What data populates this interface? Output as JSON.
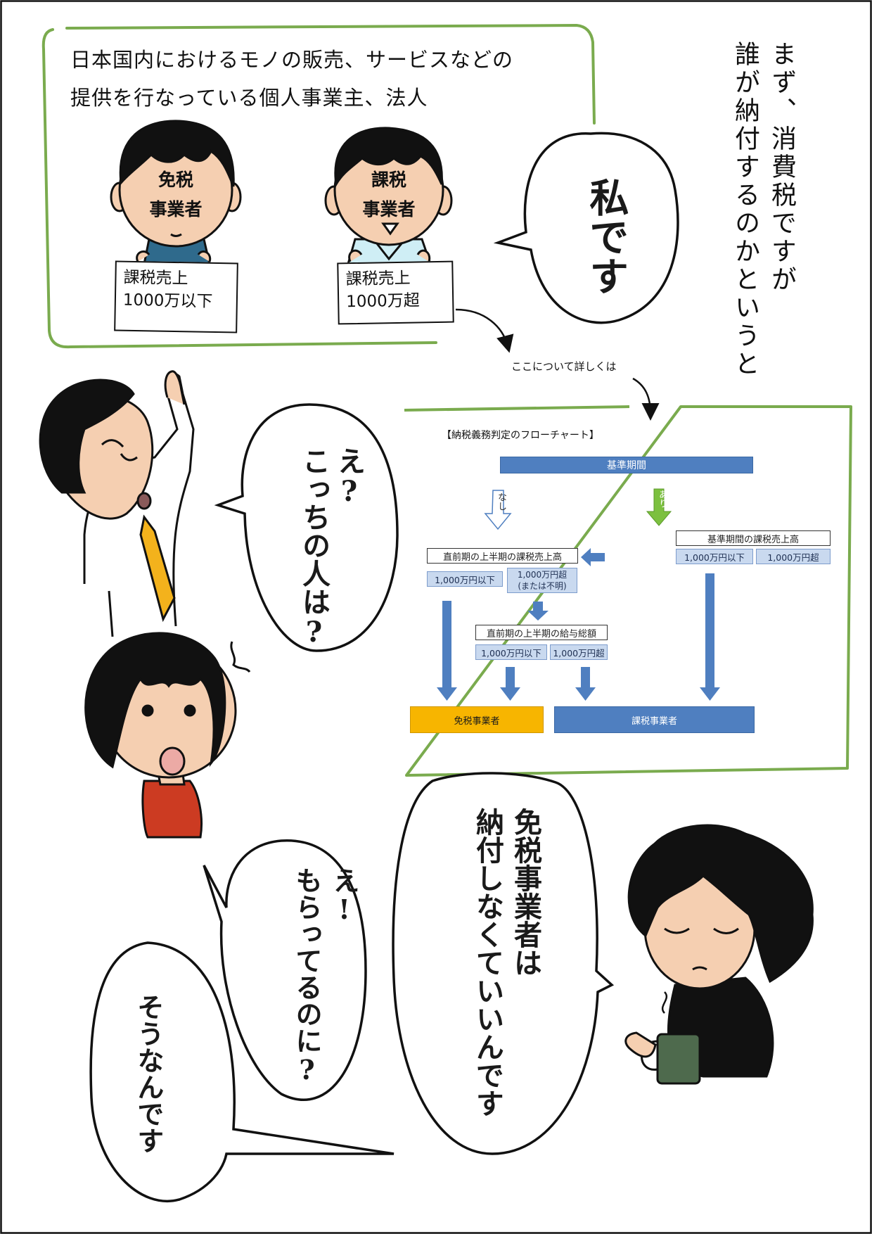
{
  "narration": {
    "intro_line1": "日本国内におけるモノの販売、サービスなどの",
    "intro_line2": "提供を行なっている個人事業主、法人",
    "vertical_col1": "まず、消費税ですが",
    "vertical_col2": "誰が納付するのかというと",
    "detail_note": "ここについて詳しくは"
  },
  "characters": {
    "exempt": {
      "face_line1": "免税",
      "face_line2": "事業者",
      "sign_line1": "課税売上",
      "sign_line2": "1000万以下"
    },
    "taxable": {
      "face_line1": "課税",
      "face_line2": "事業者",
      "sign_line1": "課税売上",
      "sign_line2": "1000万超"
    }
  },
  "speech": {
    "watashi": "私です",
    "question_col1": "え?",
    "question_col2": "こっちの人は?",
    "answer_col1": "免税事業者は",
    "answer_col2": "納付しなくていいんです",
    "surprise_col1": "え!",
    "surprise_col2": "もらってるのに?",
    "confirm": "そうなんです"
  },
  "flowchart": {
    "title": "【納税義務判定のフローチャート】",
    "base_period": "基準期間",
    "arrow_no": "なし",
    "arrow_yes": "あり",
    "base_sales": "基準期間の課税売上高",
    "base_under": "1,000万円以下",
    "base_over": "1,000万円超",
    "prior_half_sales": "直前期の上半期の課税売上高",
    "prior_under": "1,000万円以下",
    "prior_over_line1": "1,000万円超",
    "prior_over_line2": "(または不明)",
    "payroll": "直前期の上半期の給与総額",
    "payroll_under": "1,000万円以下",
    "payroll_over": "1,000万円超",
    "result_exempt": "免税事業者",
    "result_taxable": "課税事業者"
  },
  "colors": {
    "frame_green": "#7aab4e",
    "chart_blue": "#4f7fc0",
    "chart_light_blue": "#c9d9ef",
    "exempt_yellow": "#f7b500",
    "skin": "#f5cfb1",
    "tie_yellow": "#f3b21c",
    "shirt_red": "#cc3b22",
    "mug_green": "#4e6a4d"
  }
}
